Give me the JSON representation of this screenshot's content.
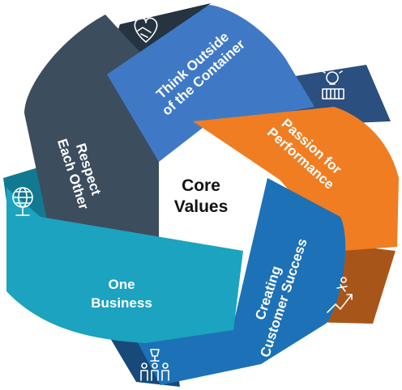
{
  "center": {
    "line1": "Core",
    "line2": "Values"
  },
  "values": [
    {
      "line1": "Think Outside",
      "line2": "of the Container",
      "color": "#3f79c6",
      "icon": "lightbulb-container-icon"
    },
    {
      "line1": "Passion for",
      "line2": "Performance",
      "color": "#f07d21",
      "icon": "rising-arrow-icon"
    },
    {
      "line1": "Creating",
      "line2": "Customer Success",
      "color": "#1d71b6",
      "icon": "team-trophy-icon"
    },
    {
      "line1": "One",
      "line2": "Business",
      "color": "#1ba3bf",
      "icon": "globe-icon"
    },
    {
      "line1": "Respect",
      "line2": "Each Other",
      "color": "#3c4d5e",
      "icon": "heart-handshake-icon"
    }
  ],
  "fold_colors": {
    "blue": "#2b4f7e",
    "orange": "#a8551a",
    "darkblue": "#174a78",
    "teal": "#127a90",
    "slate": "#263340"
  }
}
